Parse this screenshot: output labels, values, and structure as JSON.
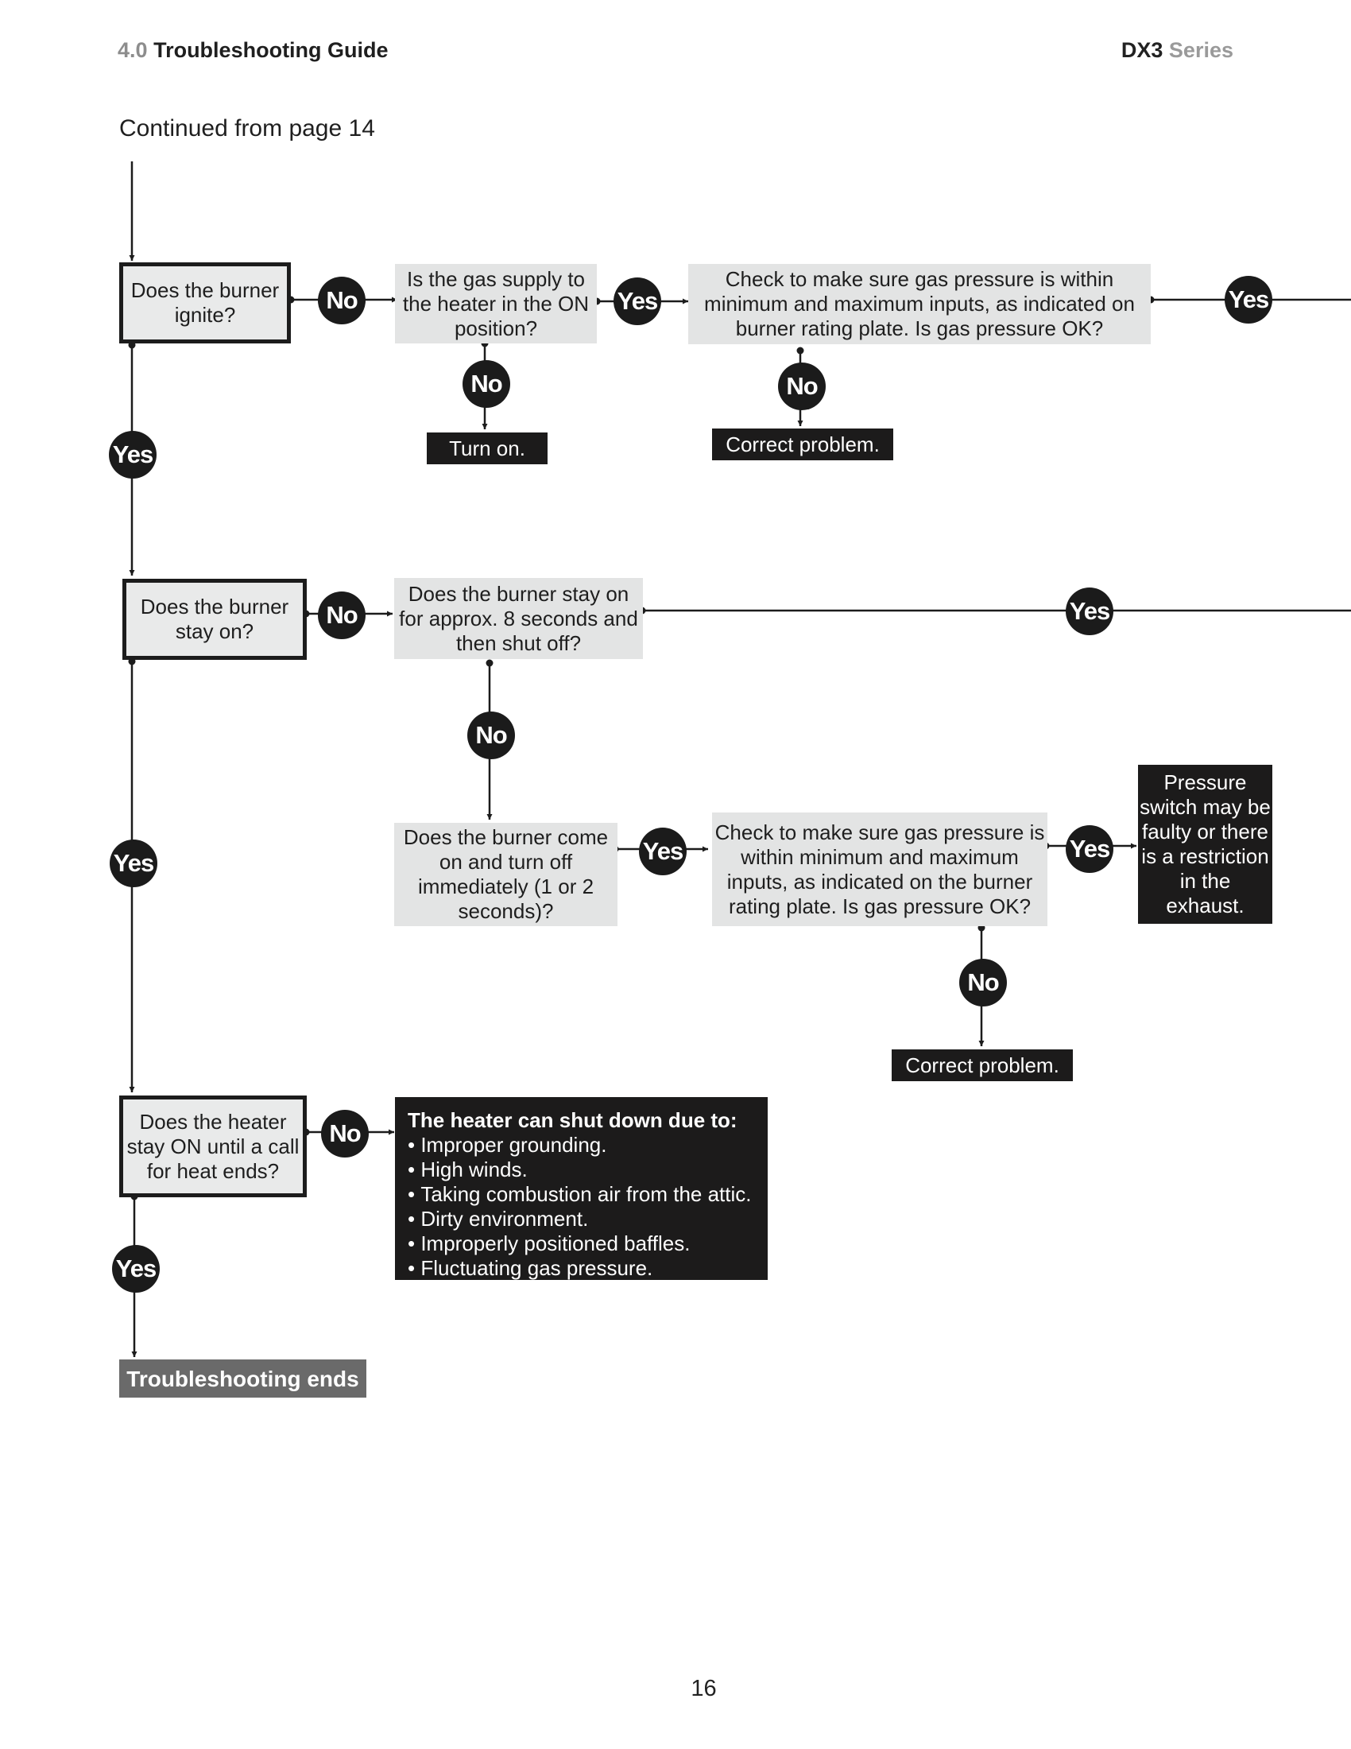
{
  "header": {
    "section_number": "4.0",
    "section_title": "Troubleshooting Guide",
    "model": "DX3",
    "series": "Series"
  },
  "continued_from": "Continued from page 14",
  "page_number": "16",
  "flowchart": {
    "nodes": {
      "q_ignite": "Does the burner ignite?",
      "q_gas_on": "Is the gas supply to the heater in the ON position?",
      "a_turn_on": "Turn on.",
      "q_pressure_1": "Check to make sure gas pressure is within minimum and maximum inputs, as indicated on burner rating plate. Is gas pressure OK?",
      "a_correct_1": "Correct problem.",
      "q_stay_on": "Does the burner stay on?",
      "q_8_seconds": "Does the burner stay on for approx. 8 seconds and then shut off?",
      "q_immediate": "Does the burner come on and turn off immediately (1 or 2 seconds)?",
      "q_pressure_2": "Check to make sure gas pressure is within minimum and maximum inputs, as indicated on the burner rating plate. Is gas pressure OK?",
      "a_pressure_switch": "Pressure switch may be faulty or there is a restriction in the exhaust.",
      "a_correct_2": "Correct problem.",
      "q_heater_stay_on": "Does the heater stay ON until a call for heat ends?",
      "shutdown_title": "The heater can shut down due to:",
      "shutdown_reasons": [
        "Improper grounding.",
        "High winds.",
        "Taking combustion air from the attic.",
        "Dirty environment.",
        "Improperly positioned baffles.",
        "Fluctuating gas pressure."
      ],
      "end": "Troubleshooting ends"
    },
    "labels": {
      "yes": "Yes",
      "no": "No"
    }
  }
}
